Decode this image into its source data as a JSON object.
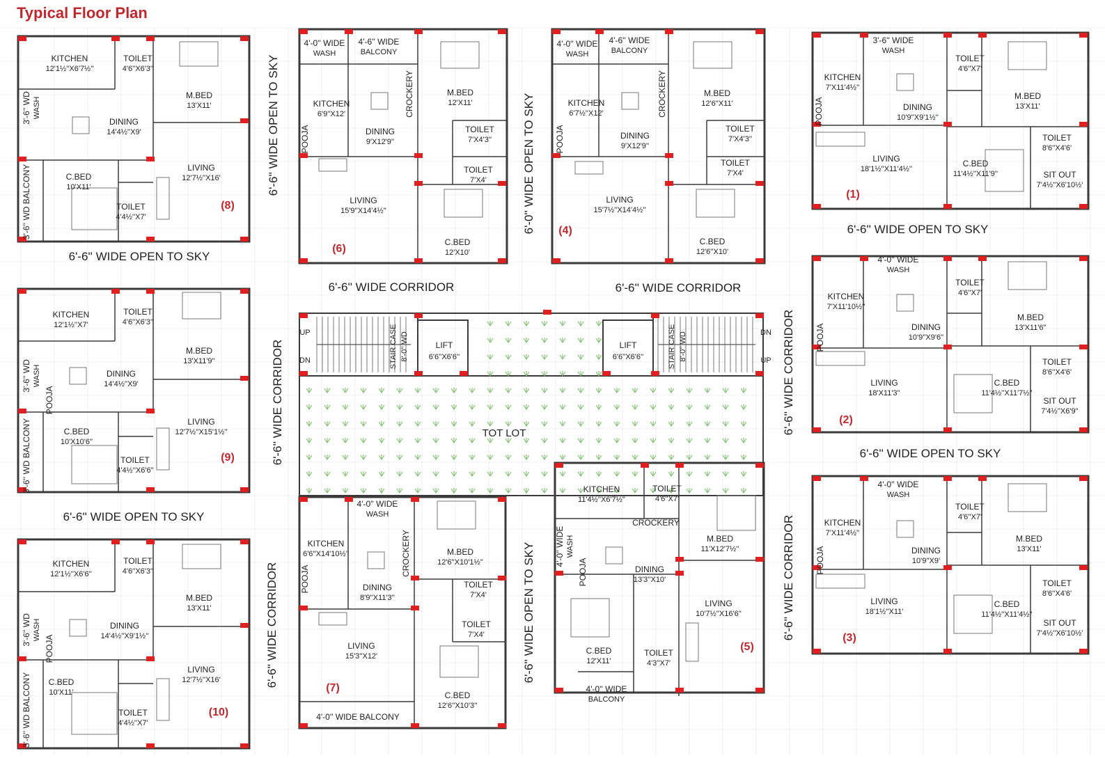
{
  "title": "Typical Floor Plan",
  "colors": {
    "title": "#c0282d",
    "wall": "#3a3a3a",
    "column": "#e02020",
    "unit_number": "#c0282d",
    "greenery": "#7bbf6a",
    "label": "#222222"
  },
  "units": [
    {
      "number": "(1)",
      "rooms": [
        {
          "name": "KITCHEN",
          "size": "7'X11'4½''"
        },
        {
          "name": "3'-6'' WIDE",
          "size": "WASH"
        },
        {
          "name": "TOILET",
          "size": "4'6''X7'"
        },
        {
          "name": "M.BED",
          "size": "13'X11'"
        },
        {
          "name": "DINING",
          "size": "10'9''X9'1½''"
        },
        {
          "name": "LIVING",
          "size": "18'1½''X11'4½''"
        },
        {
          "name": "C.BED",
          "size": "11'4½''X11'9''"
        },
        {
          "name": "TOILET",
          "size": "8'6''X4'6'"
        },
        {
          "name": "SIT OUT",
          "size": "7'4½''X6'10½'"
        },
        {
          "name": "POOJA",
          "size": ""
        }
      ]
    },
    {
      "number": "(2)",
      "rooms": [
        {
          "name": "KITCHEN",
          "size": "7'X11'10½''"
        },
        {
          "name": "4'-0'' WIDE",
          "size": "WASH"
        },
        {
          "name": "TOILET",
          "size": "4'6''X7'"
        },
        {
          "name": "M.BED",
          "size": "13'X11'6''"
        },
        {
          "name": "DINING",
          "size": "10'9''X9'6''"
        },
        {
          "name": "LIVING",
          "size": "18'X11'3''"
        },
        {
          "name": "C.BED",
          "size": "11'4½''X11'7½''"
        },
        {
          "name": "TOILET",
          "size": "8'6''X4'6'"
        },
        {
          "name": "SIT OUT",
          "size": "7'4½''X6'9''"
        },
        {
          "name": "POOJA",
          "size": ""
        }
      ]
    },
    {
      "number": "(3)",
      "rooms": [
        {
          "name": "KITCHEN",
          "size": "7'X11'4½''"
        },
        {
          "name": "4'-0'' WIDE",
          "size": "WASH"
        },
        {
          "name": "TOILET",
          "size": "4'6''X7'"
        },
        {
          "name": "M.BED",
          "size": "13'X11'"
        },
        {
          "name": "DINING",
          "size": "10'9''X9'"
        },
        {
          "name": "LIVING",
          "size": "18'1½''X11'"
        },
        {
          "name": "C.BED",
          "size": "11'4½''X11'4½''"
        },
        {
          "name": "TOILET",
          "size": "8'6''X4'6'"
        },
        {
          "name": "SIT OUT",
          "size": "7'4½''X6'10½'"
        },
        {
          "name": "POOJA",
          "size": ""
        }
      ]
    },
    {
      "number": "(4)",
      "rooms": [
        {
          "name": "4'-0'' WIDE",
          "size": "WASH"
        },
        {
          "name": "4'-6'' WIDE",
          "size": "BALCONY"
        },
        {
          "name": "KITCHEN",
          "size": "6'7½''X12'"
        },
        {
          "name": "DINING",
          "size": "9'X12'9''"
        },
        {
          "name": "M.BED",
          "size": "12'6''X11'"
        },
        {
          "name": "TOILET",
          "size": "7'X4'3''"
        },
        {
          "name": "TOILET",
          "size": "7'X4'"
        },
        {
          "name": "LIVING",
          "size": "15'7½''X14'4½''"
        },
        {
          "name": "C.BED",
          "size": "12'6''X10'"
        },
        {
          "name": "CROCKERY",
          "size": ""
        },
        {
          "name": "POOJA",
          "size": ""
        }
      ]
    },
    {
      "number": "(5)",
      "rooms": [
        {
          "name": "KITCHEN",
          "size": "11'4½''X6'7½''"
        },
        {
          "name": "TOILET",
          "size": "4'6''X7'"
        },
        {
          "name": "CROCKERY",
          "size": ""
        },
        {
          "name": "4'-0'' WIDE",
          "size": "WASH"
        },
        {
          "name": "DINING",
          "size": "13'3''X10'"
        },
        {
          "name": "M.BED",
          "size": "11'X12'7½''"
        },
        {
          "name": "LIVING",
          "size": "10'7½''X16'6''"
        },
        {
          "name": "C.BED",
          "size": "12'X11'"
        },
        {
          "name": "TOILET",
          "size": "4'3''X7'"
        },
        {
          "name": "4'-0'' WIDE",
          "size": "BALCONY"
        },
        {
          "name": "POOJA",
          "size": ""
        }
      ]
    },
    {
      "number": "(6)",
      "rooms": [
        {
          "name": "4'-0'' WIDE",
          "size": "WASH"
        },
        {
          "name": "4'-6'' WIDE",
          "size": "BALCONY"
        },
        {
          "name": "KITCHEN",
          "size": "6'9''X12'"
        },
        {
          "name": "DINING",
          "size": "9'X12'9''"
        },
        {
          "name": "M.BED",
          "size": "12'X11'"
        },
        {
          "name": "TOILET",
          "size": "7'X4'3''"
        },
        {
          "name": "TOILET",
          "size": "7'X4'"
        },
        {
          "name": "LIVING",
          "size": "15'9''X14'4½''"
        },
        {
          "name": "C.BED",
          "size": "12'X10'"
        },
        {
          "name": "CROCKERY",
          "size": ""
        },
        {
          "name": "POOJA",
          "size": ""
        }
      ]
    },
    {
      "number": "(7)",
      "rooms": [
        {
          "name": "KITCHEN",
          "size": "6'6''X14'10½''"
        },
        {
          "name": "4'-0'' WIDE",
          "size": "WASH"
        },
        {
          "name": "DINING",
          "size": "8'9''X11'3''"
        },
        {
          "name": "M.BED",
          "size": "12'6''X10'1½''"
        },
        {
          "name": "TOILET",
          "size": "7'X4'"
        },
        {
          "name": "TOILET",
          "size": "7'X4'"
        },
        {
          "name": "LIVING",
          "size": "15'3''X12'"
        },
        {
          "name": "C.BED",
          "size": "12'6''X10'3''"
        },
        {
          "name": "4'-0'' WIDE BALCONY",
          "size": ""
        },
        {
          "name": "CROCKERY",
          "size": ""
        },
        {
          "name": "POOJA",
          "size": ""
        }
      ]
    },
    {
      "number": "(8)",
      "rooms": [
        {
          "name": "KITCHEN",
          "size": "12'1½''X6'7½''"
        },
        {
          "name": "TOILET",
          "size": "4'6''X6'3''"
        },
        {
          "name": "M.BED",
          "size": "13'X11'"
        },
        {
          "name": "DINING",
          "size": "14'4½''X9'"
        },
        {
          "name": "3'-6'' WD",
          "size": "WASH"
        },
        {
          "name": "C.BED",
          "size": "10'X11'"
        },
        {
          "name": "LIVING",
          "size": "12'7½''X16'"
        },
        {
          "name": "TOILET",
          "size": "4'4½''X7'"
        },
        {
          "name": "3'-6'' WD BALCONY",
          "size": ""
        }
      ]
    },
    {
      "number": "(9)",
      "rooms": [
        {
          "name": "KITCHEN",
          "size": "12'1½''X7'"
        },
        {
          "name": "TOILET",
          "size": "4'6''X6'3''"
        },
        {
          "name": "M.BED",
          "size": "13'X11'9''"
        },
        {
          "name": "DINING",
          "size": "14'4½''X9'"
        },
        {
          "name": "3'-6'' WD",
          "size": "WASH"
        },
        {
          "name": "C.BED",
          "size": "10'X10'6''"
        },
        {
          "name": "LIVING",
          "size": "12'7½''X15'1½''"
        },
        {
          "name": "TOILET",
          "size": "4'4½''X6'6''"
        },
        {
          "name": "3'-6'' WD BALCONY",
          "size": ""
        },
        {
          "name": "POOJA",
          "size": ""
        }
      ]
    },
    {
      "number": "(10)",
      "rooms": [
        {
          "name": "KITCHEN",
          "size": "12'1½''X6'6''"
        },
        {
          "name": "TOILET",
          "size": "4'6''X6'3''"
        },
        {
          "name": "M.BED",
          "size": "13'X11'"
        },
        {
          "name": "DINING",
          "size": "14'4½''X9'1½''"
        },
        {
          "name": "3'-6'' WD",
          "size": "WASH"
        },
        {
          "name": "C.BED",
          "size": "10'X11'"
        },
        {
          "name": "LIVING",
          "size": "12'7½''X16'"
        },
        {
          "name": "TOILET",
          "size": "4'4½''X7'"
        },
        {
          "name": "3'-6'' WD BALCONY",
          "size": ""
        },
        {
          "name": "POOJA",
          "size": ""
        }
      ]
    }
  ],
  "common": {
    "open_to_sky_6_6": "6'-6'' WIDE OPEN TO SKY",
    "open_to_sky_6_0": "6'-0'' WIDE OPEN TO SKY",
    "corridor": "6'-6'' WIDE CORRIDOR",
    "tot_lot": "TOT LOT",
    "lift": "LIFT",
    "lift_size": "6'6''X6'6''",
    "stair_case": "STAIR CASE",
    "stair_width": "8'-0'' WD",
    "up": "UP",
    "dn": "DN"
  }
}
